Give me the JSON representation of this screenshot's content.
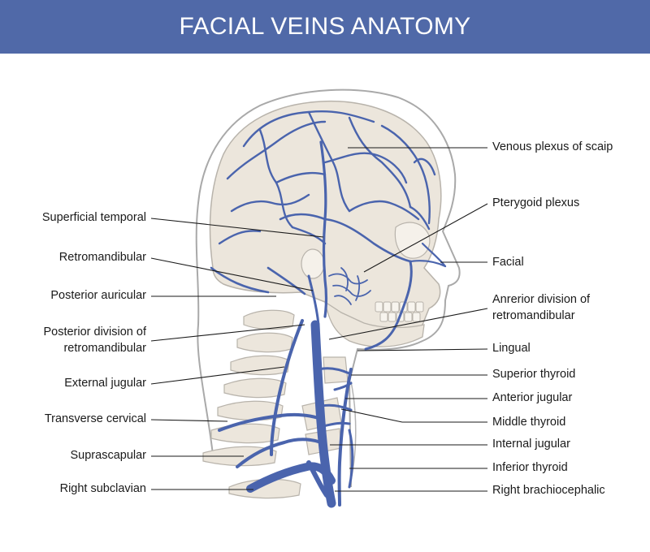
{
  "title": "FACIAL VEINS ANATOMY",
  "colors": {
    "banner": "#5069a8",
    "vein": "#4a64ad",
    "bone_fill": "#ece6dc",
    "bone_stroke": "#b8b3ab",
    "outline": "#8c8c8c",
    "leader": "#1a1a1a"
  },
  "labels_left": {
    "superficial_temporal": "Superficial temporal",
    "retromandibular": "Retromandibular",
    "posterior_auricular": "Posterior auricular",
    "posterior_division_1": "Posterior division of",
    "posterior_division_2": "retromandibular",
    "external_jugular": "External jugular",
    "transverse_cervical": "Transverse cervical",
    "suprascapular": "Suprascapular",
    "right_subclavian": "Right subclavian"
  },
  "labels_right": {
    "venous_plexus": "Venous plexus of scaip",
    "pterygoid_plexus": "Pterygoid plexus",
    "facial": "Facial",
    "anterior_division_1": "Anrerior division of",
    "anterior_division_2": "retromandibular",
    "lingual": "Lingual",
    "superior_thyroid": "Superior thyroid",
    "anterior_jugular": "Anterior jugular",
    "middle_thyroid": "Middle thyroid",
    "internal_jugular": "Internal jugular",
    "inferior_thyroid": "Inferior thyroid",
    "right_brachiocephalic": "Right brachiocephalic"
  }
}
